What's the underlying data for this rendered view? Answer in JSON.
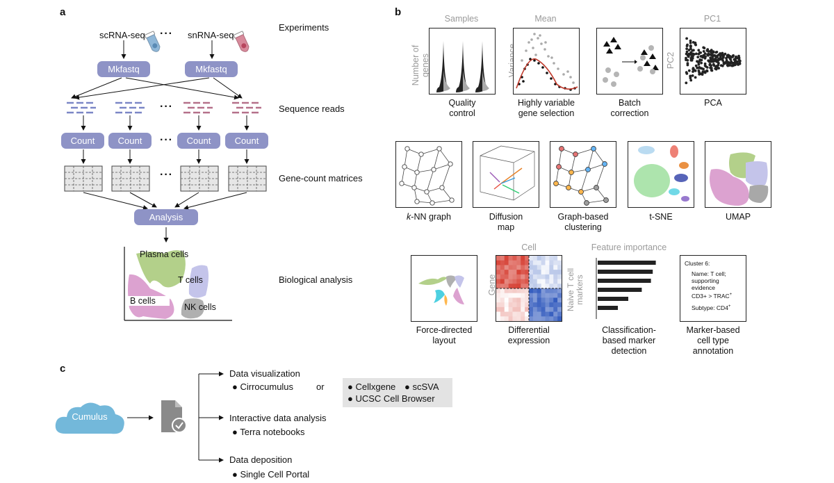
{
  "panels": {
    "a": "a",
    "b": "b",
    "c": "c"
  },
  "panel_a": {
    "inputs": [
      "scRNA-seq",
      "snRNA-seq"
    ],
    "ellipsis": "···",
    "mkfastq": "Mkfastq",
    "count": "Count",
    "analysis": "Analysis",
    "stages": [
      "Experiments",
      "Sequence reads",
      "Gene-count matrices",
      "Biological analysis"
    ],
    "clusters": [
      "Plasma cells",
      "T cells",
      "B cells",
      "NK cells"
    ]
  },
  "panel_b": {
    "row1": {
      "top_labels": [
        "Samples",
        "Mean",
        "PC1"
      ],
      "side_labels": [
        "Number of genes",
        "Variance",
        "PC2"
      ],
      "captions": [
        "Quality\ncontrol",
        "Highly variable\ngene selection",
        "Batch\ncorrection",
        "PCA"
      ]
    },
    "row2": {
      "captions": [
        "k-NN graph",
        "Diffusion\nmap",
        "Graph-based\nclustering",
        "t-SNE",
        "UMAP"
      ]
    },
    "row3": {
      "top_labels": [
        "Cell",
        "Feature importance"
      ],
      "side_labels": [
        "Gene",
        "Naive T cell\nmarkers"
      ],
      "captions": [
        "Force-directed\nlayout",
        "Differential\nexpression",
        "Classification-\nbased marker\ndetection",
        "Marker-based\ncell type\nannotation"
      ],
      "annotation": {
        "cluster": "Cluster 6:",
        "name": "Name: T cell;",
        "supporting": "supporting",
        "evidence": "evidence",
        "marker": "CD3+ > TRAC",
        "marker_sup": "+",
        "subtype": "Subtype: CD4",
        "subtype_sup": "+"
      },
      "bar_values": [
        0.95,
        0.9,
        0.87,
        0.72,
        0.5,
        0.33
      ]
    }
  },
  "panel_c": {
    "source": "Cumulus",
    "outputs": [
      {
        "heading": "Data visualization",
        "item": "Cirrocumulus"
      },
      {
        "heading": "Interactive data analysis",
        "item": "Terra notebooks"
      },
      {
        "heading": "Data deposition",
        "item": "Single Cell Portal"
      }
    ],
    "or": "or",
    "alternatives": [
      "Cellxgene",
      "scSVA",
      "UCSC Cell Browser"
    ]
  },
  "colors": {
    "pill": "#8e93c6",
    "plasma": "#b3d08a",
    "tcell": "#c4c4ea",
    "bcell": "#dca2d0",
    "nk": "#b0b0b0",
    "cumulus": "#73b8da"
  }
}
